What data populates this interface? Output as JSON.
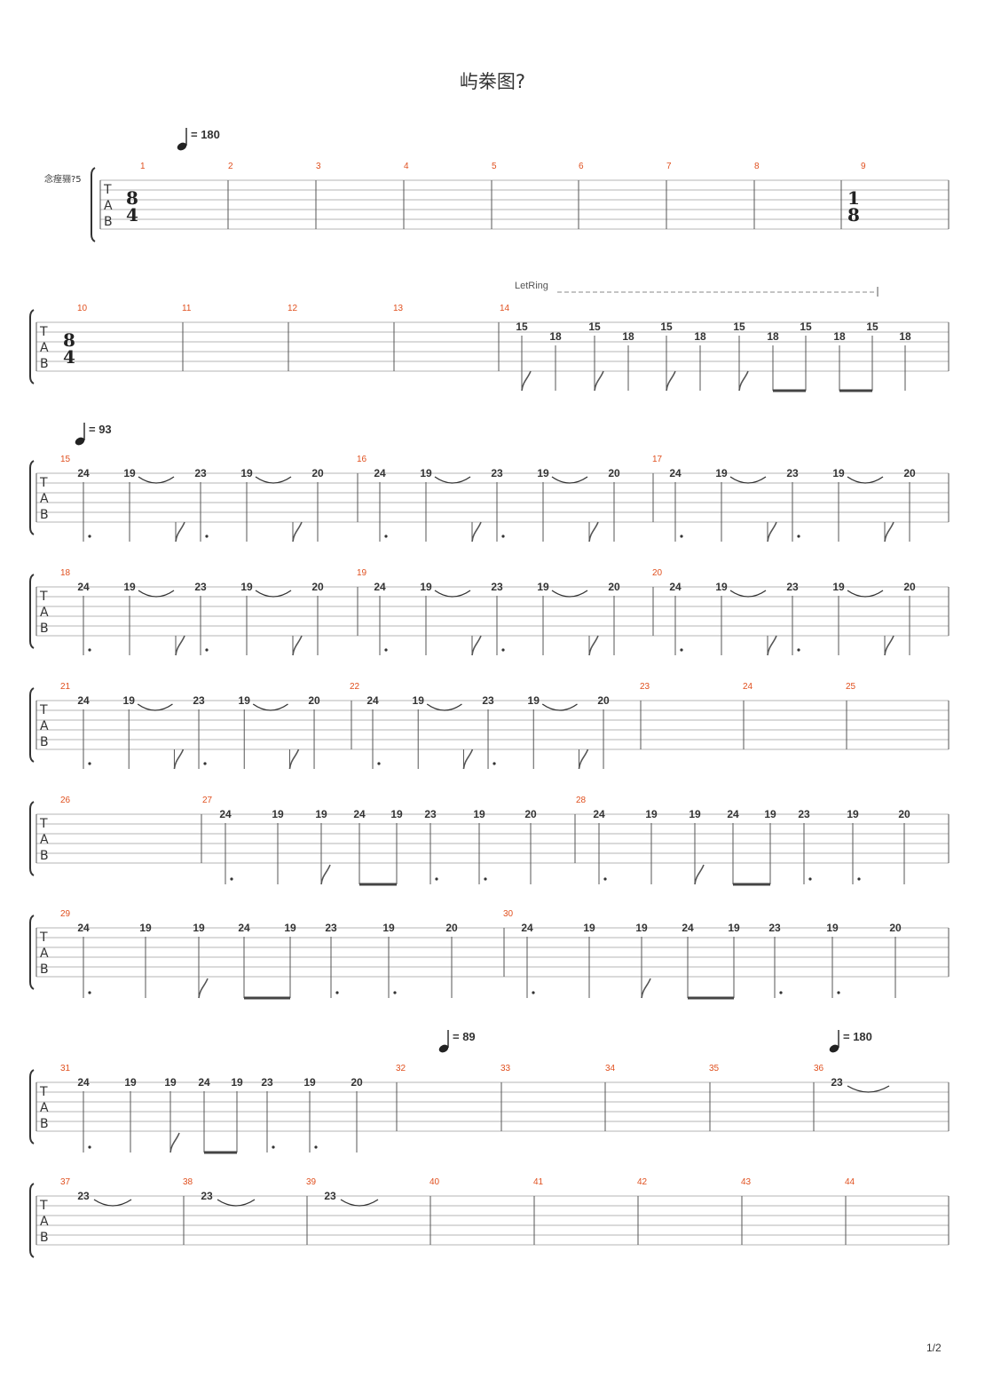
{
  "title": "屿桊图?",
  "track_name": "念痓骊?5",
  "page_number": "1/2",
  "clef": [
    "T",
    "A",
    "B"
  ],
  "time_signatures": [
    {
      "measure": 1,
      "top": "8",
      "bottom": "4"
    },
    {
      "measure": 9,
      "top": "1",
      "bottom": "8"
    },
    {
      "measure": 10,
      "top": "8",
      "bottom": "4"
    }
  ],
  "tempos": [
    {
      "measure": 1,
      "label": "= 180"
    },
    {
      "measure": 15,
      "label": "= 93"
    },
    {
      "measure": 32,
      "label": "= 89"
    },
    {
      "measure": 36,
      "label": "= 180"
    }
  ],
  "let_ring": "LetRing",
  "accent_color": "#e0501f",
  "systems": [
    {
      "measures": [
        "1",
        "2",
        "3",
        "4",
        "5",
        "6",
        "7",
        "8",
        "9"
      ]
    },
    {
      "measures": [
        "10",
        "11",
        "12",
        "13",
        "14"
      ]
    },
    {
      "measures": [
        "15",
        "16",
        "17"
      ]
    },
    {
      "measures": [
        "18",
        "19",
        "20"
      ]
    },
    {
      "measures": [
        "21",
        "22",
        "23",
        "24",
        "25"
      ]
    },
    {
      "measures": [
        "26",
        "27",
        "28"
      ]
    },
    {
      "measures": [
        "29",
        "30"
      ]
    },
    {
      "measures": [
        "31",
        "32",
        "33",
        "34",
        "35",
        "36"
      ]
    },
    {
      "measures": [
        "37",
        "38",
        "39",
        "40",
        "41",
        "42",
        "43",
        "44"
      ]
    }
  ],
  "patterns": {
    "m14": [
      "15",
      "18",
      "15",
      "18",
      "15",
      "18",
      "15",
      "18",
      "15",
      "18",
      "15",
      "18"
    ],
    "riff_a": [
      "24",
      "19",
      "23",
      "19",
      "20"
    ],
    "riff_b": [
      "24",
      "19",
      "19",
      "24",
      "19",
      "23",
      "19",
      "20"
    ],
    "m36_39": [
      "23"
    ]
  }
}
